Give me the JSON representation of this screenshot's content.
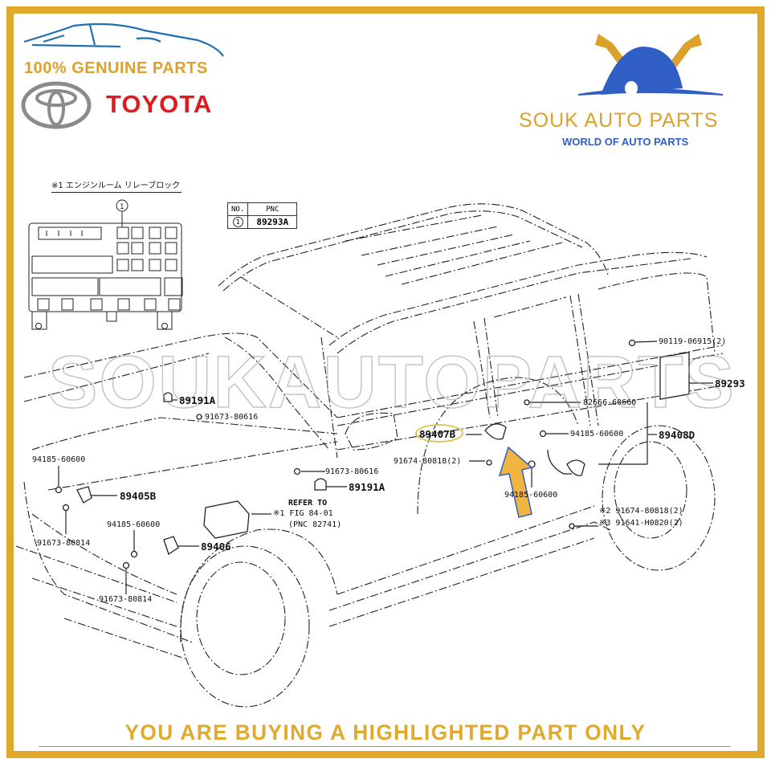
{
  "header": {
    "genuine_tagline": "100% GENUINE PARTS",
    "brand_name": "TOYOTA",
    "seller_name": "SOUK AUTO PARTS",
    "seller_tagline": "WORLD OF AUTO PARTS"
  },
  "colors": {
    "frame_gold": "#e0a92c",
    "toyota_red": "#e01b1f",
    "seller_blue": "#2f5fc4",
    "highlight_arrow": "#f0b440"
  },
  "inset": {
    "caption": "※1 エンジンルーム リレーブロック",
    "callout_number": "1",
    "table": {
      "headers": [
        "NO.",
        "PNC"
      ],
      "rows": [
        {
          "no": "1",
          "pnc": "89293A"
        }
      ]
    }
  },
  "watermark": "SOUKAUTOPARTS",
  "diagram": {
    "highlighted_part": "89407B",
    "labels": [
      {
        "id": "l1",
        "text": "90119-06915(2)"
      },
      {
        "id": "l2",
        "text": "89293",
        "bold": true
      },
      {
        "id": "l3",
        "text": "82666-60660"
      },
      {
        "id": "l4",
        "text": "94185-60600"
      },
      {
        "id": "l5",
        "text": "89408D",
        "bold": true
      },
      {
        "id": "l6",
        "text": "89191A",
        "bold": true
      },
      {
        "id": "l7",
        "text": "91673-80616"
      },
      {
        "id": "l8",
        "text": "89407B",
        "bold": true
      },
      {
        "id": "l9",
        "text": "91674-80818(2)"
      },
      {
        "id": "l10",
        "text": "94185-60600"
      },
      {
        "id": "l11",
        "text": "91673-80616"
      },
      {
        "id": "l12",
        "text": "89191A",
        "bold": true
      },
      {
        "id": "l13",
        "text": "REFER TO"
      },
      {
        "id": "l14",
        "text": "※1 FIG 84-01"
      },
      {
        "id": "l15",
        "text": "(PNC 82741)"
      },
      {
        "id": "l16",
        "text": "94185-60600"
      },
      {
        "id": "l17",
        "text": "89405B",
        "bold": true
      },
      {
        "id": "l18",
        "text": "94185-60600"
      },
      {
        "id": "l19",
        "text": "91673-80814"
      },
      {
        "id": "l20",
        "text": "89406",
        "bold": true
      },
      {
        "id": "l21",
        "text": "91673-80814"
      },
      {
        "id": "l22",
        "text": "※2 91674-80818(2)"
      },
      {
        "id": "l23",
        "text": "※3 91641-H0820(2)"
      }
    ]
  },
  "footer": {
    "notice": "YOU ARE BUYING A HIGHLIGHTED PART ONLY"
  }
}
